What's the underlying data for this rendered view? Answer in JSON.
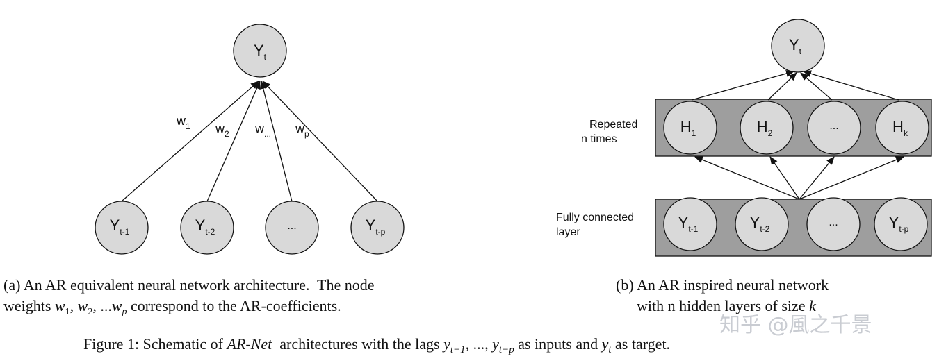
{
  "panel_a": {
    "output_node": {
      "main": "Y",
      "sub": "t"
    },
    "input_nodes": [
      {
        "main": "Y",
        "sub": "t-1"
      },
      {
        "main": "Y",
        "sub": "t-2"
      },
      {
        "main": "...",
        "sub": ""
      },
      {
        "main": "Y",
        "sub": "t-p"
      }
    ],
    "weights": [
      {
        "main": "w",
        "sub": "1"
      },
      {
        "main": "w",
        "sub": "2"
      },
      {
        "main": "w",
        "sub": "..."
      },
      {
        "main": "w",
        "sub": "p"
      }
    ],
    "caption_line1": "(a) An AR equivalent neural network architecture.  The node",
    "caption_line2_pre": "weights ",
    "caption_line2_math": "w",
    "caption_line2_mid": " correspond to the AR-coefficients.",
    "caption_line2_full": "weights w1, w2, ...wp correspond to the AR-coefficients."
  },
  "panel_b": {
    "output_node": {
      "main": "Y",
      "sub": "t"
    },
    "hidden_nodes": [
      {
        "main": "H",
        "sub": "1"
      },
      {
        "main": "H",
        "sub": "2"
      },
      {
        "main": "...",
        "sub": ""
      },
      {
        "main": "H",
        "sub": "k"
      }
    ],
    "input_nodes": [
      {
        "main": "Y",
        "sub": "t-1"
      },
      {
        "main": "Y",
        "sub": "t-2"
      },
      {
        "main": "...",
        "sub": ""
      },
      {
        "main": "Y",
        "sub": "t-p"
      }
    ],
    "hidden_label_line1": "Repeated",
    "hidden_label_line2": "n times",
    "input_label_line1": "Fully connected",
    "input_label_line2": "layer",
    "caption_line1": "(b) An AR inspired neural network",
    "caption_line2": "with n hidden layers of size ",
    "caption_line2_var": "k"
  },
  "figure_caption": {
    "prefix": "Figure 1: Schematic of ",
    "name": "AR-Net",
    "mid": "  architectures with the lags ",
    "lags": "y",
    "suffix": " as inputs and ",
    "target": "y",
    "end": " as target."
  },
  "watermark": "知乎 @風之千景",
  "colors": {
    "node_fill": "#d9d9d9",
    "layer_fill": "#9e9e9e",
    "stroke": "#111111"
  }
}
